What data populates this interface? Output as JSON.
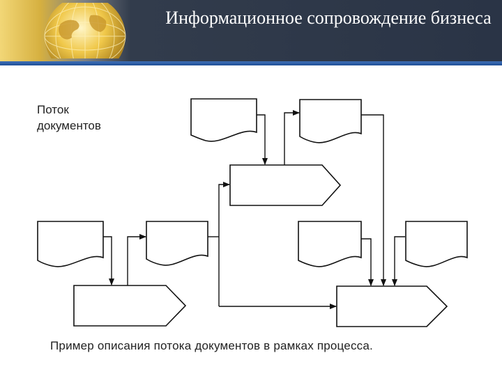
{
  "slide": {
    "title": "Информационное сопровождение бизнеса",
    "flow_label_line1": "Поток",
    "flow_label_line2": "документов",
    "caption": "Пример описания потока документов в рамках процесса."
  },
  "colors": {
    "header_dark": "#2a3446",
    "header_gold": "#d6b040",
    "rule_blue": "#1f4f97",
    "line": "#111111"
  }
}
